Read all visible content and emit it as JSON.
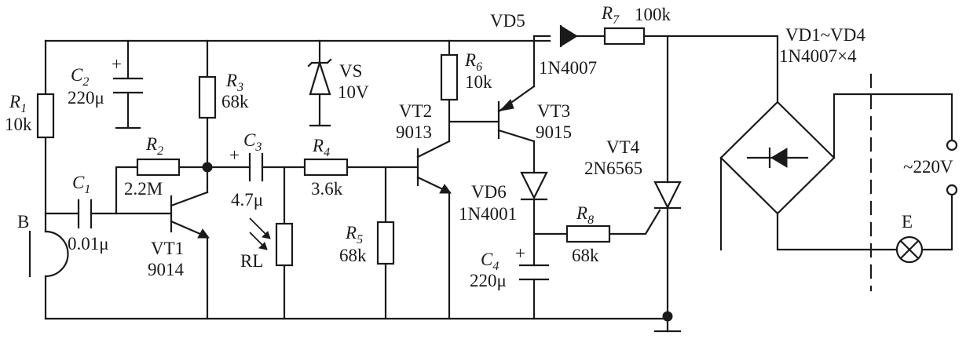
{
  "components": {
    "r1": {
      "ref": "R",
      "sub": "1",
      "value": "10k"
    },
    "r2": {
      "ref": "R",
      "sub": "2",
      "value": "2.2M"
    },
    "r3": {
      "ref": "R",
      "sub": "3",
      "value": "68k"
    },
    "r4": {
      "ref": "R",
      "sub": "4",
      "value": "3.6k"
    },
    "r5": {
      "ref": "R",
      "sub": "5",
      "value": "68k"
    },
    "r6": {
      "ref": "R",
      "sub": "6",
      "value": "10k"
    },
    "r7": {
      "ref": "R",
      "sub": "7",
      "value": "100k"
    },
    "r8": {
      "ref": "R",
      "sub": "8",
      "value": "68k"
    },
    "c1": {
      "ref": "C",
      "sub": "1",
      "value": "0.01μ"
    },
    "c2": {
      "ref": "C",
      "sub": "2",
      "value": "220μ",
      "polarity": "+"
    },
    "c3": {
      "ref": "C",
      "sub": "3",
      "value": "4.7μ",
      "polarity": "+"
    },
    "c4": {
      "ref": "C",
      "sub": "4",
      "value": "220μ",
      "polarity": "+"
    },
    "vs": {
      "ref": "VS",
      "value": "10V"
    },
    "vt1": {
      "ref": "VT1",
      "value": "9014"
    },
    "vt2": {
      "ref": "VT2",
      "value": "9013"
    },
    "vt3": {
      "ref": "VT3",
      "value": "9015"
    },
    "vt4": {
      "ref": "VT4",
      "value": "2N6565"
    },
    "vd5": {
      "ref": "VD5",
      "value": "1N4007"
    },
    "vd6": {
      "ref": "VD6",
      "value": "1N4001"
    },
    "bridge": {
      "ref": "VD1~VD4",
      "value": "1N4007×4"
    },
    "rl": {
      "ref": "RL"
    },
    "mic": {
      "ref": "B"
    },
    "lamp": {
      "ref": "E"
    },
    "mains": {
      "value": "~220V"
    }
  }
}
